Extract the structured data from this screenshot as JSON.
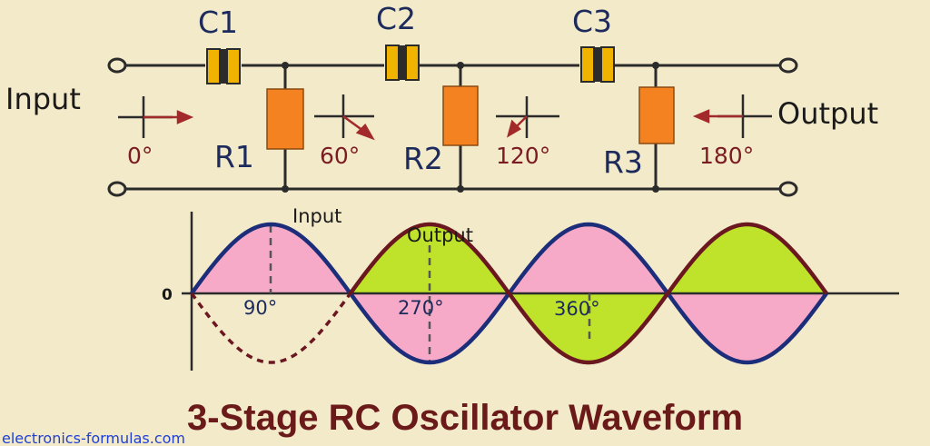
{
  "circuit": {
    "capacitors": [
      "C1",
      "C2",
      "C3"
    ],
    "resistors": [
      "R1",
      "R2",
      "R3"
    ],
    "input_label": "Input",
    "output_label": "Output",
    "phase_labels": [
      "0°",
      "60°",
      "120°",
      "180°"
    ]
  },
  "waveform": {
    "zero_label": "0",
    "input_label": "Input",
    "output_label": "Output",
    "angle_labels": [
      "90°",
      "270°",
      "360°"
    ]
  },
  "title": "3-Stage RC Oscillator Waveform",
  "watermark": "electronics-formulas.com",
  "colors": {
    "background": "#f3eaca",
    "wire": "#2b2b2b",
    "resistor": "#f58220",
    "capacitor": "#f0b400",
    "label_blue": "#1c2a5c",
    "phase_red": "#7a1c22",
    "input_wave": "#1c2d7a",
    "output_wave": "#6b1720",
    "pink_fill": "#f6aac8",
    "green_fill": "#bfe22a",
    "title": "#6b1a1a",
    "watermark": "#1f3fd6"
  }
}
